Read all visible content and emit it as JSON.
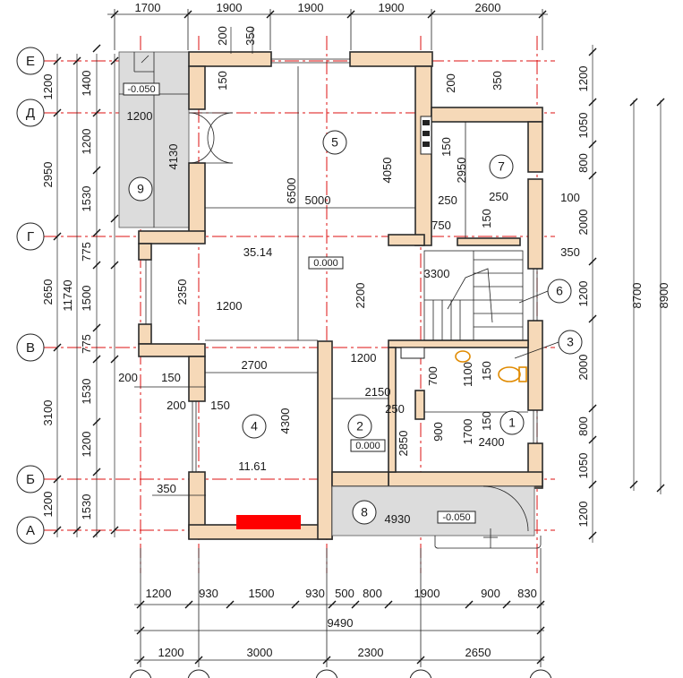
{
  "top_dims": [
    "1700",
    "1900",
    "1900",
    "1900",
    "2600"
  ],
  "rows": [
    {
      "key": "E",
      "label": "Е"
    },
    {
      "key": "D",
      "label": "Д"
    },
    {
      "key": "G",
      "label": "Г"
    },
    {
      "key": "V",
      "label": "В"
    },
    {
      "key": "B",
      "label": "Б"
    },
    {
      "key": "A",
      "label": "А"
    }
  ],
  "left_outer_dims": [
    "1200",
    "2950",
    "2650",
    "3100",
    "1200"
  ],
  "left_total": "11740",
  "left_mid_dims": [
    "1400",
    "1200",
    "1530",
    "775",
    "1500",
    "775",
    "1530",
    "1200",
    "1530"
  ],
  "left_inner_dims": [
    "1200",
    "4130",
    "2350",
    "200",
    "150",
    "200",
    "150",
    "350"
  ],
  "right_dims": [
    "1200",
    "1050",
    "800",
    "2000",
    "1200",
    "2000",
    "800",
    "1050",
    "1200"
  ],
  "right_totals": [
    "8700",
    "8900"
  ],
  "bottom_row1": [
    "1200",
    "930",
    "1500",
    "930",
    "500",
    "800",
    "1900",
    "900",
    "830"
  ],
  "bottom_total": "9490",
  "bottom_row2": [
    "1200",
    "3000",
    "2300",
    "2650"
  ],
  "rooms": [
    {
      "num": "1"
    },
    {
      "num": "2"
    },
    {
      "num": "3"
    },
    {
      "num": "4"
    },
    {
      "num": "5"
    },
    {
      "num": "6"
    },
    {
      "num": "7"
    },
    {
      "num": "8"
    },
    {
      "num": "9"
    }
  ],
  "areas": {
    "hall": "35.14",
    "room4": "11.61"
  },
  "levels": {
    "terrace": "-0.050",
    "floor": "0.000",
    "room2": "0.000",
    "porch": "-0.050"
  },
  "interior_dims": {
    "wall_200": "200",
    "wall_350": "350",
    "d150a": "150",
    "d6500": "6500",
    "d4050": "4050",
    "d5000": "5000",
    "d200b": "200",
    "d350b": "350",
    "d150b": "150",
    "d2950": "2950",
    "d250a": "250",
    "d250b": "250",
    "d100": "100",
    "d750": "750",
    "d150c": "150",
    "d3300": "3300",
    "d350c": "350",
    "d2200": "2200",
    "d1200a": "1200",
    "d2700": "2700",
    "d1200b": "1200",
    "d700": "700",
    "d1100": "1100",
    "d150d": "150",
    "d2150": "2150",
    "d250c": "250",
    "d150e": "150",
    "d4300": "4300",
    "d900": "900",
    "d1700": "1700",
    "d2400": "2400",
    "d2850": "2850",
    "d4930": "4930"
  },
  "colors": {
    "wall": "#f6d9b8",
    "axis": "#d11111",
    "fixture": "#e08a00",
    "radiator": "#ff0000"
  }
}
